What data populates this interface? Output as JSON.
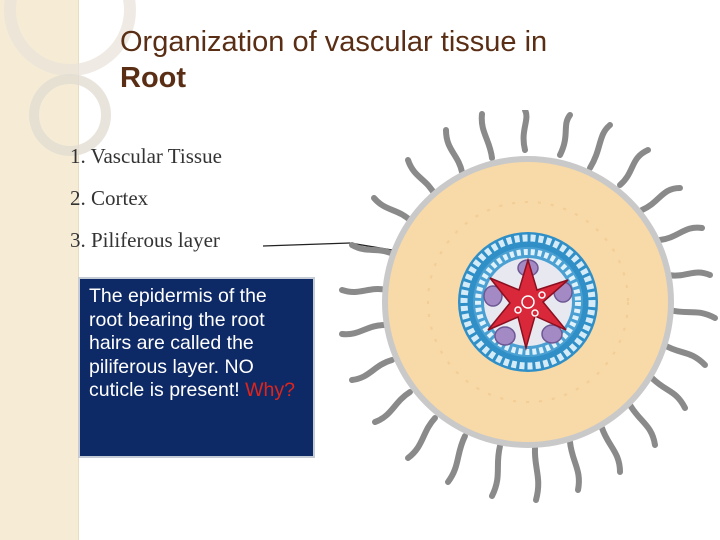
{
  "slide": {
    "title_line1": "Organization of vascular tissue in",
    "title_line2": "Root",
    "list": [
      {
        "num": "1.",
        "label": "Vascular Tissue"
      },
      {
        "num": "2.",
        "label": "Cortex"
      },
      {
        "num": "3.",
        "label": "Piliferous layer"
      }
    ],
    "note": {
      "text": "The epidermis of the root bearing the root hairs are called the piliferous layer. NO cuticle is present!",
      "emphasis": "Why?"
    }
  },
  "colors": {
    "sidebar": "#f6ecd6",
    "title": "#5a2e14",
    "note_bg": "#0e2a66",
    "note_emphasis": "#e0241c",
    "cortex": "#f8d9a8",
    "endodermis_blue": "#2f8fc6",
    "xylem_red": "#d8283a",
    "phloem_purple": "#a48ac4"
  }
}
